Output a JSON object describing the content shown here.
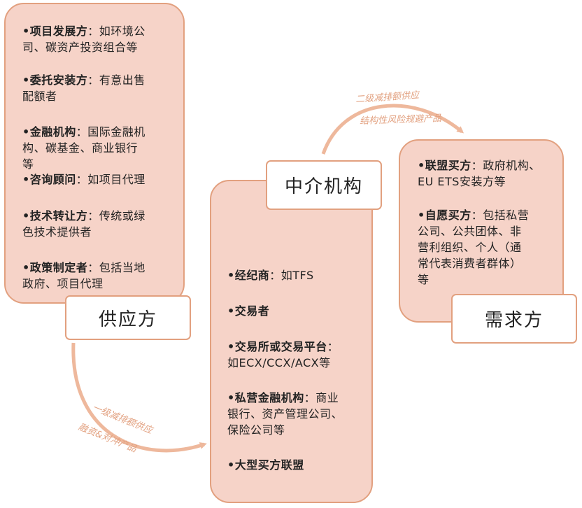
{
  "supply": {
    "label": "供应方",
    "items": [
      {
        "term": "项目发展方",
        "sep": "：",
        "line1_rest": "如环境公",
        "line2": "司、碳资产投资组合等"
      },
      {
        "term": "委托安装方",
        "sep": "：",
        "line1_rest": "有意出售",
        "line2": "配额者"
      },
      {
        "term": "金融机构",
        "sep": "：",
        "line1_rest": "国际金融机",
        "line2": "构、碳基金、商业银行",
        "line3": "等"
      },
      {
        "term": "咨询顾问",
        "sep": "：",
        "line1_rest": "如项目代理"
      },
      {
        "term": "技术转让方",
        "sep": "：",
        "line1_rest": "传统或绿",
        "line2": "色技术提供者"
      },
      {
        "term": "政策制定者",
        "sep": "：",
        "line1_rest": "包括当地",
        "line2": "政府、项目代理"
      }
    ]
  },
  "intermediary": {
    "label": "中介机构",
    "items": [
      {
        "term": "经纪商",
        "sep": "：",
        "line1_rest": "如TFS"
      },
      {
        "term": "交易者"
      },
      {
        "term": "交易所或交易平台",
        "sep": "：",
        "line2": "如ECX/CCX/ACX等"
      },
      {
        "term": "私营金融机构",
        "sep": "：",
        "line1_rest": "商业",
        "line2": "银行、资产管理公司、",
        "line3": "保险公司等"
      },
      {
        "term": "大型买方联盟"
      }
    ]
  },
  "demand": {
    "label": "需求方",
    "items": [
      {
        "term": "联盟买方",
        "sep": "：",
        "line1_rest": "政府机构、",
        "line2": "EU ETS安装方等"
      },
      {
        "term": "自愿买方",
        "sep": "：",
        "line1_rest": "包括私营",
        "line2": "公司、公共团体、非",
        "line3": "营利组织、个人（通",
        "line4": "常代表消费者群体）",
        "line5": "等"
      }
    ]
  },
  "flows": {
    "primary": {
      "line1": "一级减排额供应",
      "line2": "融资&对冲产品"
    },
    "secondary": {
      "line1": "二级减排额供应",
      "line2": "结构性风险规避产品"
    }
  },
  "colors": {
    "panel_fill": "#f6d3c8",
    "panel_border": "#e2a07f",
    "arrow": "#eeb89c",
    "note_text": "#e2a07f"
  }
}
